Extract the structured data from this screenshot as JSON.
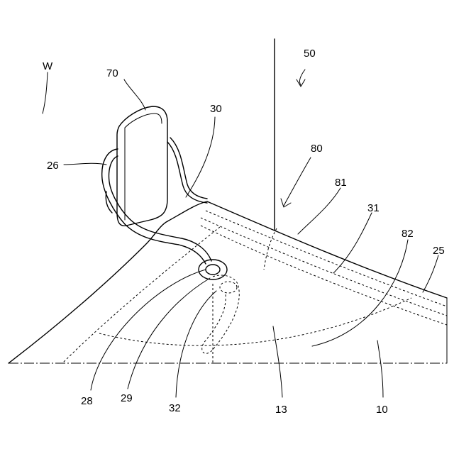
{
  "figure": {
    "labels": {
      "w": "W",
      "l70": "70",
      "l30": "30",
      "l50": "50",
      "l80": "80",
      "l81": "81",
      "l31": "31",
      "l82": "82",
      "l25": "25",
      "l26": "26",
      "l28": "28",
      "l29": "29",
      "l32": "32",
      "l13": "13",
      "l10": "10"
    }
  }
}
